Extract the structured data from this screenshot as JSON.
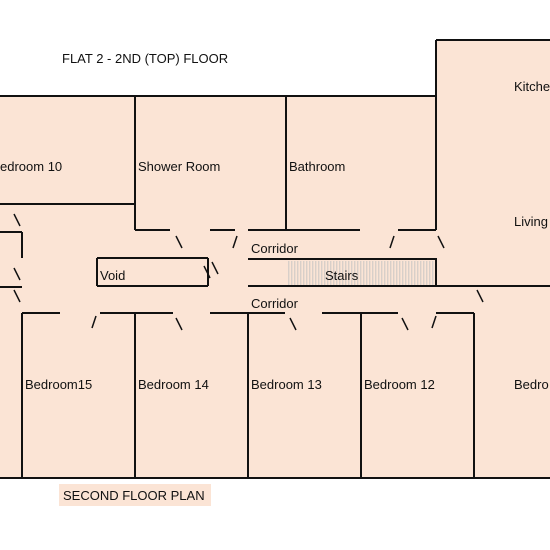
{
  "title": "FLAT 2 - 2ND (TOP) FLOOR",
  "caption": "SECOND FLOOR PLAN",
  "colors": {
    "room_fill": "#fbe4d5",
    "wall": "#111111",
    "stairs_hatch": "#d8cfc9"
  },
  "rooms": {
    "kitchen": "Kitche",
    "bedroom10": "edroom 10",
    "shower_room": "Shower Room",
    "bathroom": "Bathroom",
    "living": "Living",
    "corridor_upper": "Corridor",
    "void": "Void",
    "stairs": "Stairs",
    "corridor_lower": "Corridor",
    "bedroom15": "Bedroom15",
    "bedroom14": "Bedroom 14",
    "bedroom13": "Bedroom 13",
    "bedroom12": "Bedroom 12",
    "bedroom_right": "Bedro"
  }
}
